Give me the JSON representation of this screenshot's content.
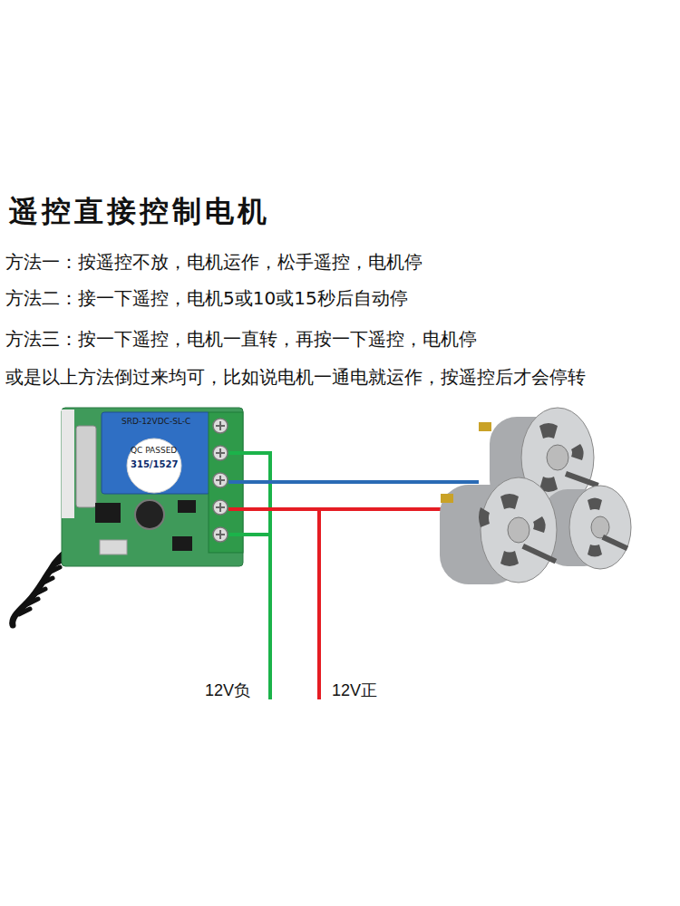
{
  "diagram": {
    "title": "遥控直接控制电机",
    "labels": [
      "方法一：按遥控不放，电机运作，松手遥控，电机停",
      "方法二：接一下遥控，电机5或10或15秒后自动停",
      "方法三：按一下遥控，电机一直转，再按一下遥控，电机停",
      "或是以上方法倒过来均可，比如说电机一通电就运作，按遥控后才会停转",
      "SRD-12VDC-SL-C",
      "QC PASSED",
      "315/1527",
      "12V负",
      "12V正"
    ]
  }
}
